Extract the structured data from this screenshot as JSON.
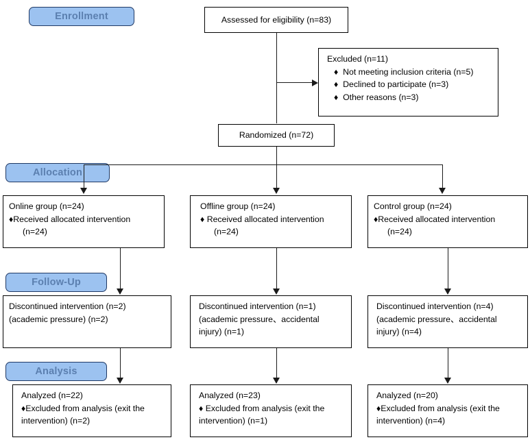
{
  "diagram": {
    "title": "CONSORT participant flow diagram",
    "colors": {
      "pill_fill": "#9CC2F0",
      "pill_border": "#1F3864",
      "pill_text": "#5B7FAF",
      "box_border": "#000000",
      "connector": "#1a1a1a",
      "background": "#ffffff"
    }
  },
  "stages": [
    {
      "id": "enrollment",
      "label": "Enrollment"
    },
    {
      "id": "allocation",
      "label": "Allocation"
    },
    {
      "id": "followup",
      "label": "Follow-Up"
    },
    {
      "id": "analysis",
      "label": "Analysis"
    }
  ],
  "enrollment": {
    "assessed": "Assessed for eligibility (n=83)",
    "excluded": {
      "title": "Excluded (n=11)",
      "items": [
        "♦  Not meeting inclusion criteria (n=5)",
        "♦  Declined to participate (n=3)",
        "♦  Other reasons (n=3)"
      ]
    },
    "randomized": "Randomized (n=72)"
  },
  "allocation": {
    "online": {
      "title": "Online group (n=24)",
      "bullet": "♦Received allocated intervention",
      "count": "(n=24)"
    },
    "offline": {
      "title": "Offline group (n=24)",
      "bullet": "♦ Received allocated intervention",
      "count": "(n=24)"
    },
    "control": {
      "title": "Control group (n=24)",
      "bullet": "♦Received allocated intervention",
      "count": "(n=24)"
    }
  },
  "followup": {
    "online": {
      "line1": "Discontinued intervention (n=2)",
      "line2": "(academic pressure) (n=2)",
      "line3": ""
    },
    "offline": {
      "line1": "Discontinued intervention (n=1)",
      "line2": "(academic pressure、accidental",
      "line3": "injury) (n=1)"
    },
    "control": {
      "line1": "Discontinued intervention (n=4)",
      "line2": "(academic pressure、accidental",
      "line3": "injury) (n=4)"
    }
  },
  "analysis": {
    "online": {
      "line1": "Analyzed (n=22)",
      "line2": "♦Excluded from analysis (exit the",
      "line3": "intervention) (n=2)"
    },
    "offline": {
      "line1": "Analyzed (n=23)",
      "line2": "♦ Excluded from analysis (exit the",
      "line3": "intervention) (n=1)"
    },
    "control": {
      "line1": "Analyzed (n=20)",
      "line2": "♦Excluded from analysis (exit the",
      "line3": "intervention) (n=4)"
    }
  }
}
